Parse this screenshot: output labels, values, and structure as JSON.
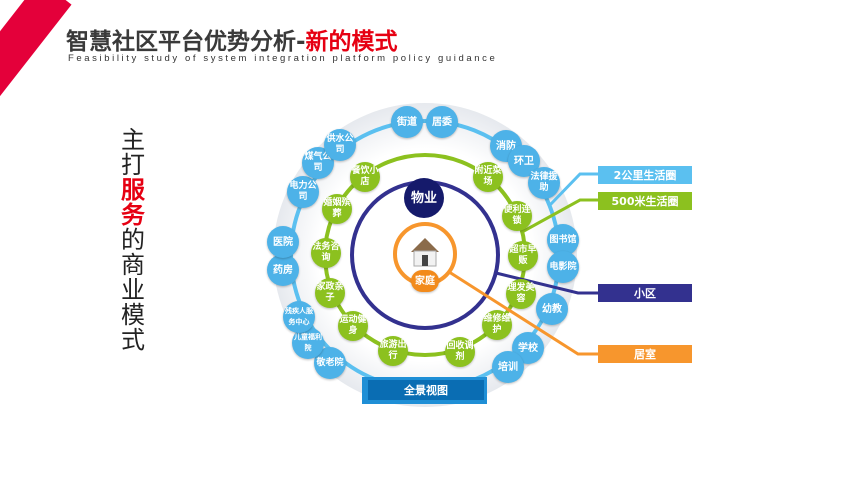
{
  "header": {
    "title_main": "智慧社区平台优势分析-",
    "title_accent": "新的模式",
    "subtitle": "Feasibility study of system integration platform policy guidance"
  },
  "side": {
    "pre": "主打",
    "accent": "服务",
    "post": "的商业模式"
  },
  "diagram": {
    "center": "家庭",
    "property": "物业",
    "bottom_label": "全景视图",
    "outer": [
      "街道",
      "居委",
      "消防",
      "环卫",
      "法律援助",
      "图书馆",
      "电影院",
      "幼教",
      "学校",
      "培训",
      "敬老院",
      "儿童福利院",
      "残疾人服务中心",
      "药房",
      "医院",
      "电力公司",
      "煤气公司",
      "供水公司"
    ],
    "inner": [
      "餐饮小店",
      "婚姻殡葬",
      "法务咨询",
      "家政亲子",
      "运动健身",
      "旅游出行",
      "回收调剂",
      "维修维护",
      "理发美容",
      "超市早贩",
      "便利连锁",
      "附近菜场"
    ],
    "legend": [
      {
        "label": "2公里生活圈",
        "color": "#5bc0f0"
      },
      {
        "label": "500米生活圈",
        "color": "#8cc11f"
      },
      {
        "label": "小区",
        "color": "#33318f"
      },
      {
        "label": "居室",
        "color": "#f7962d"
      }
    ]
  }
}
